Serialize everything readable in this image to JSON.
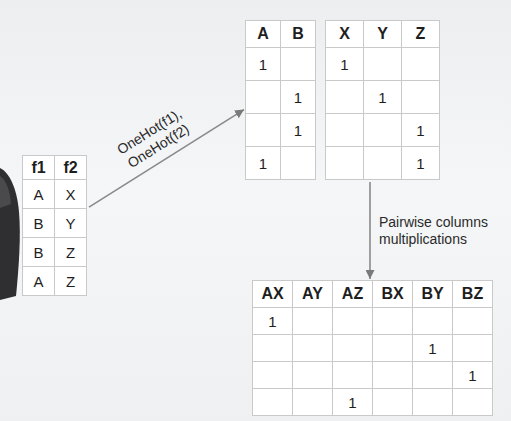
{
  "diagram": {
    "nodes": [
      {
        "text": [
          "f1",
          "f2",
          "A",
          "X",
          "B",
          "Y",
          "B",
          "Z",
          "A",
          "Z"
        ]
      },
      {
        "text": [
          "A",
          "B",
          "1",
          "1",
          "1",
          "1"
        ]
      },
      {
        "text": [
          "X",
          "Y",
          "Z",
          "1",
          "1",
          "1",
          "1"
        ]
      },
      {
        "text": [
          "AX",
          "AY",
          "AZ",
          "BX",
          "BY",
          "BZ",
          "1",
          "1",
          "1",
          "1"
        ]
      }
    ],
    "edges": [
      {
        "from": 0,
        "to": 1,
        "label": "OneHot(f1), OneHot(f2)",
        "arrow": "to"
      },
      {
        "from": 2,
        "to": 3,
        "label": "Pairwise columns multiplications",
        "arrow": "to"
      }
    ]
  }
}
